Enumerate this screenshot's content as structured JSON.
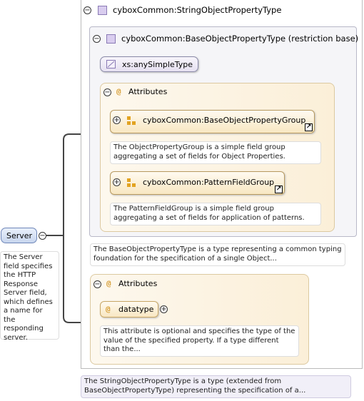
{
  "element": {
    "name": "Server",
    "doc": "The Server field specifies the HTTP Response Server field, which defines a name for the responding server."
  },
  "outer_type": {
    "title": "cyboxCommon:StringObjectPropertyType",
    "doc": "The StringObjectPropertyType is a type (extended from BaseObjectPropertyType) representing the specification of a..."
  },
  "base_type": {
    "title": "cyboxCommon:BaseObjectPropertyType (restriction base)",
    "simple_type": "xs:anySimpleType",
    "doc": "The BaseObjectPropertyType is a type representing a common typing foundation for the specification of a single Object..."
  },
  "attributes_inner": {
    "title": "Attributes",
    "groups": [
      {
        "name": "cyboxCommon:BaseObjectPropertyGroup",
        "doc": "The ObjectPropertyGroup is a simple field group aggregating a set of fields for Object Properties."
      },
      {
        "name": "cyboxCommon:PatternFieldGroup",
        "doc": "The PatternFieldGroup is a simple field group aggregating a set of fields for application of patterns."
      }
    ]
  },
  "attributes_outer": {
    "title": "Attributes",
    "attribute": "datatype",
    "doc": "This attribute is optional and specifies the type of the value of the specified property. If a type different than the..."
  },
  "icons": {
    "at": "@",
    "collapse": "−",
    "expand": "+",
    "jump": "↗"
  }
}
